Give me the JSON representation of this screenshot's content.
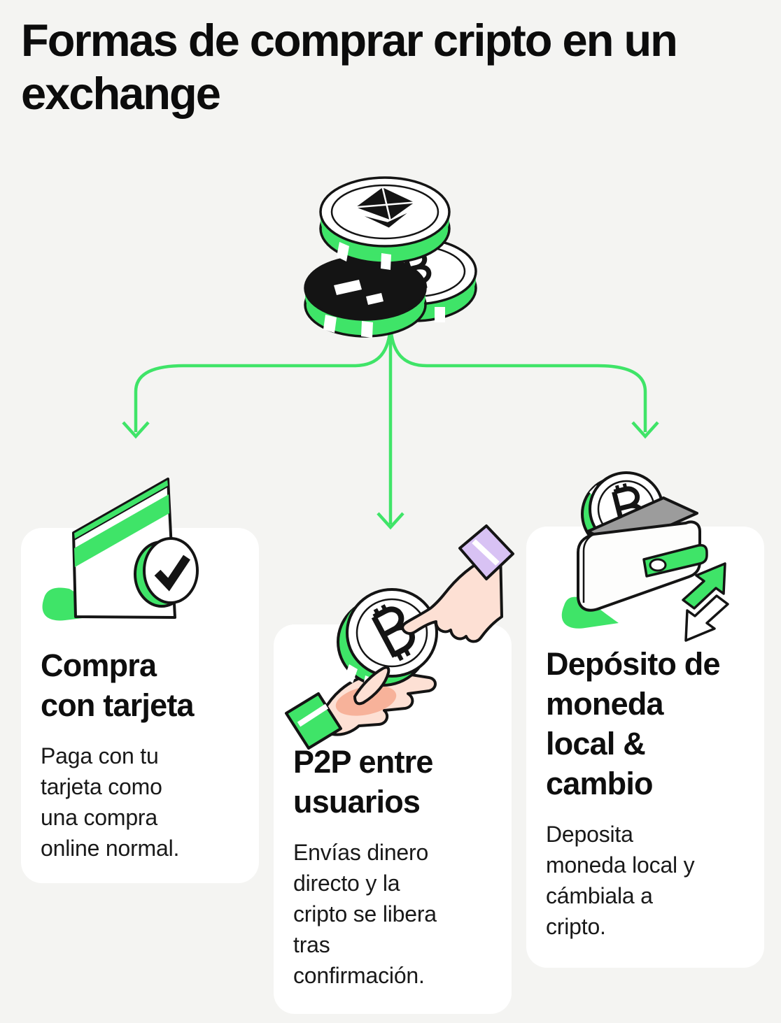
{
  "page": {
    "title": "Formas de comprar cripto en un\nexchange",
    "background": "#F4F4F2"
  },
  "colors": {
    "background": "#F4F4F2",
    "card": "#FFFFFF",
    "ink": "#141414",
    "green": "#3FE468",
    "purple": "#D8C2F4",
    "skin": "#FDE0D4",
    "skin_shadow": "#F7B29A",
    "wallet_gray": "#9C9C9C"
  },
  "flow": {
    "root_icon": "crypto-coins-stack-icon",
    "branch_count": 3
  },
  "cards": [
    {
      "icon": "credit-card-check-icon",
      "title": "Compra\ncon tarjeta",
      "body": "Paga con tu\ntarjeta como\nuna compra\nonline normal."
    },
    {
      "icon": "p2p-hands-coin-icon",
      "title": "P2P entre\nusuarios",
      "body": "Envías dinero\ndirecto y la\ncripto se libera\ntras\nconfirmación."
    },
    {
      "icon": "wallet-deposit-exchange-icon",
      "title": "Depósito de\nmoneda\nlocal &\ncambio",
      "body": "Deposita\nmoneda local y\ncámbiala a\ncripto."
    }
  ]
}
